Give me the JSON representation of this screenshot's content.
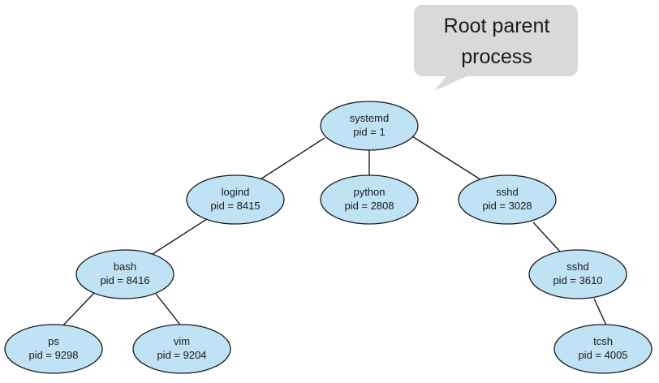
{
  "callout": {
    "line1": "Root parent",
    "line2": "process"
  },
  "nodes": {
    "systemd": {
      "name": "systemd",
      "pid": "pid = 1"
    },
    "logind": {
      "name": "logind",
      "pid": "pid = 8415"
    },
    "python": {
      "name": "python",
      "pid": "pid = 2808"
    },
    "sshd_3028": {
      "name": "sshd",
      "pid": "pid = 3028"
    },
    "bash": {
      "name": "bash",
      "pid": "pid = 8416"
    },
    "sshd_3610": {
      "name": "sshd",
      "pid": "pid = 3610"
    },
    "ps": {
      "name": "ps",
      "pid": "pid = 9298"
    },
    "vim": {
      "name": "vim",
      "pid": "pid = 9204"
    },
    "tcsh": {
      "name": "tcsh",
      "pid": "pid = 4005"
    }
  },
  "colors": {
    "node_fill": "#bfe3f5",
    "outline": "#1a1a1a",
    "callout_fill": "#d9d9d9"
  }
}
